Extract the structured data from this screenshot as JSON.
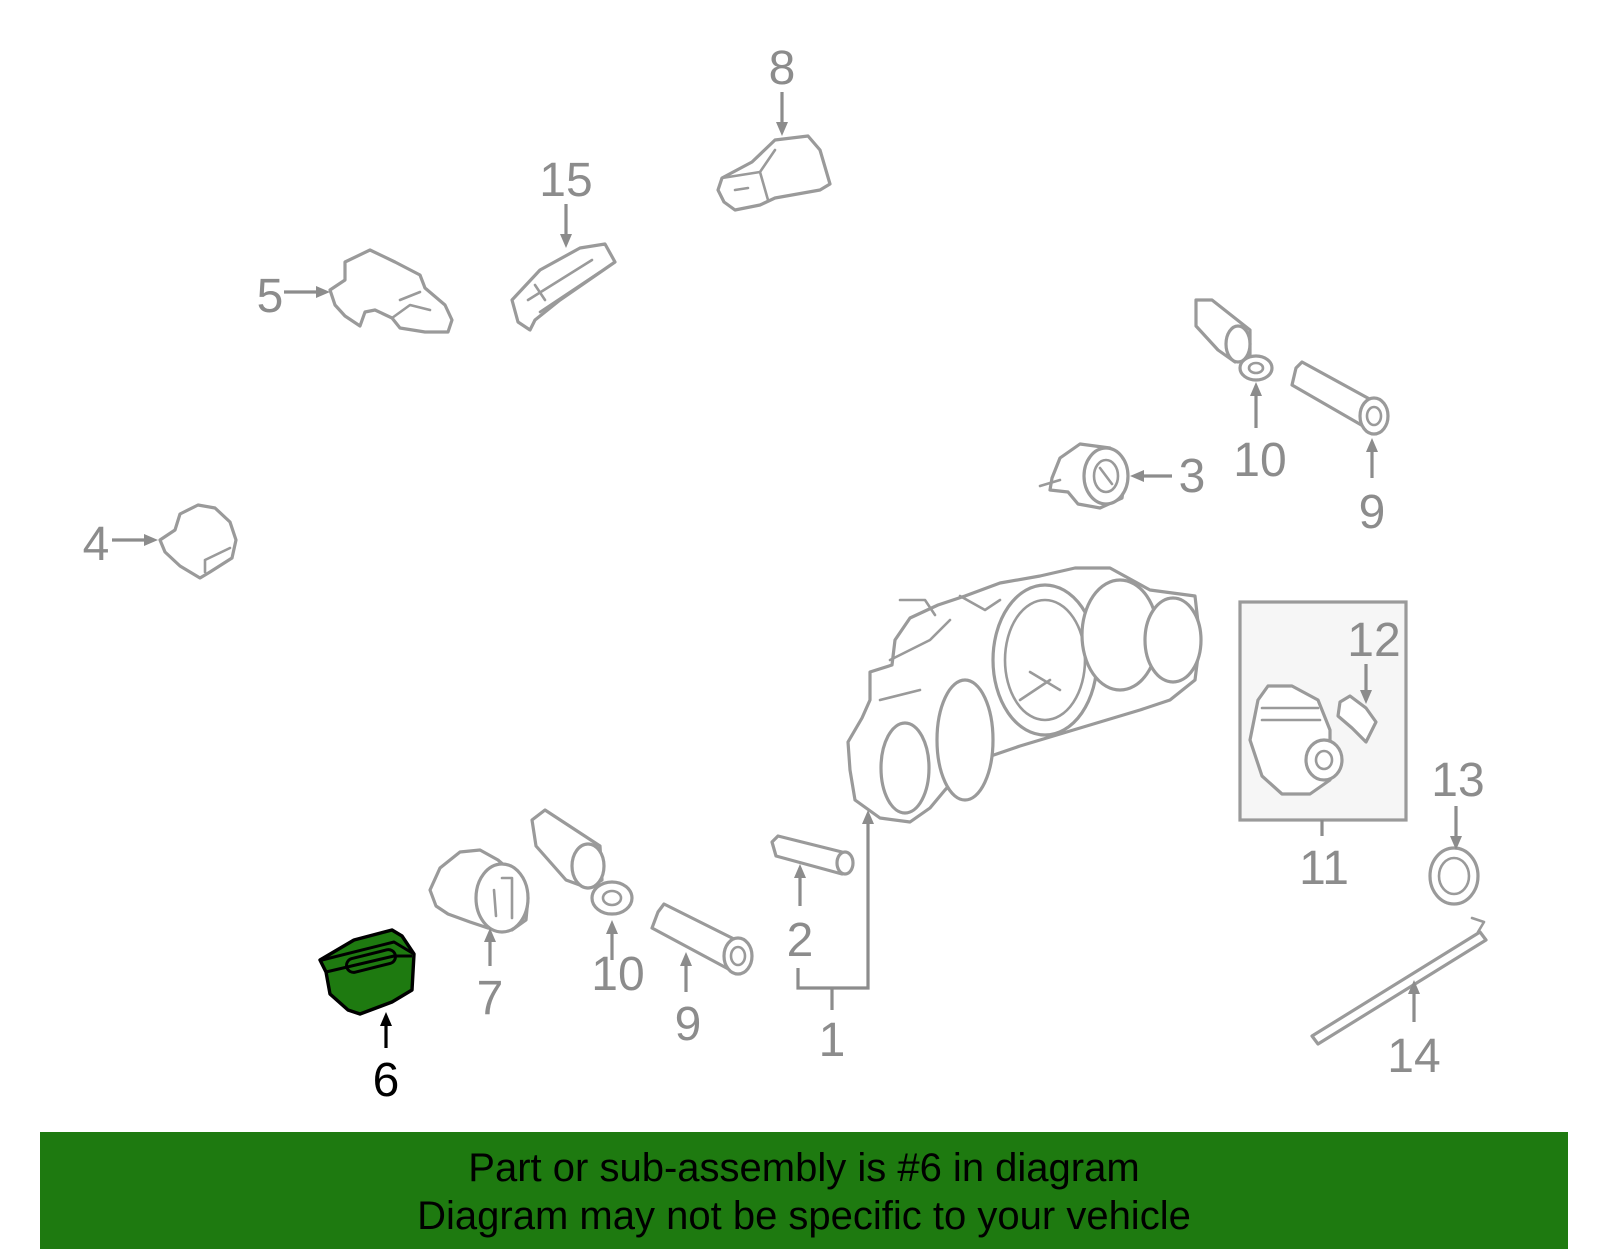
{
  "diagram": {
    "highlight_color": "#1e7a10",
    "callouts": {
      "c1": "1",
      "c2": "2",
      "c3": "3",
      "c4": "4",
      "c5": "5",
      "c6": "6",
      "c7": "7",
      "c8": "8",
      "c9a": "9",
      "c9b": "9",
      "c10a": "10",
      "c10b": "10",
      "c11": "11",
      "c12": "12",
      "c13": "13",
      "c14": "14",
      "c15": "15"
    },
    "highlighted_part": "6"
  },
  "banner": {
    "line1": "Part or sub-assembly is #6 in diagram",
    "line2": "Diagram may not be specific to your vehicle",
    "background": "#1e7a10"
  }
}
